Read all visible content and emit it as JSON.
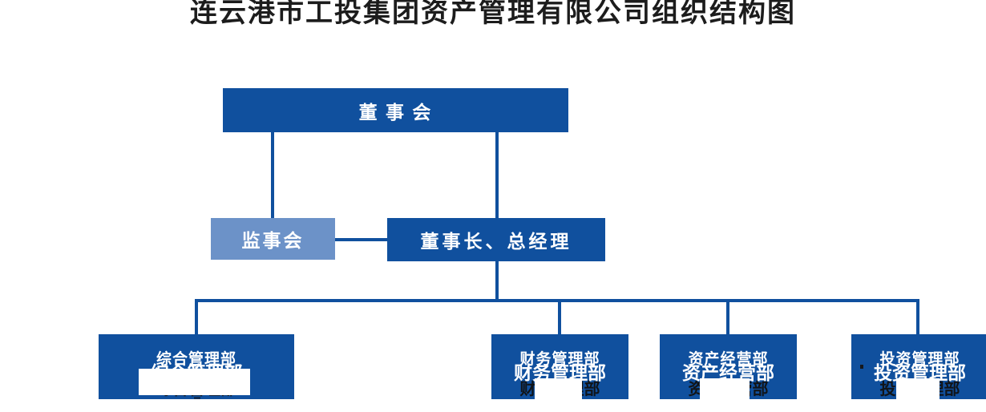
{
  "title": "连云港市工投集团资产管理有限公司组织结构图",
  "org": {
    "board": {
      "label": "董 事 会"
    },
    "supervisory": {
      "label": "监事会"
    },
    "executive": {
      "label": "董事长、总经理"
    },
    "departments": [
      {
        "label": "综合管理部"
      },
      {
        "label": "财务管理部"
      },
      {
        "label": "资产经营部"
      },
      {
        "label": "投资管理部"
      }
    ]
  },
  "colors": {
    "primary": "#10509e",
    "secondary": "#6c92c8",
    "box_text": "#ffffff",
    "title_text": "#1c1c1c"
  }
}
